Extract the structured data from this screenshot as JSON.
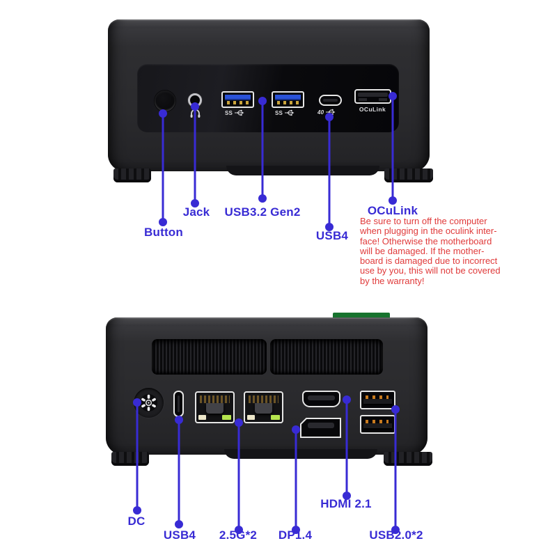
{
  "page": {
    "background": "#ffffff"
  },
  "colors": {
    "accent": "#382bd4",
    "warning_red": "#e03a3a",
    "usb3_blue": "#2a52d8",
    "usb2_pin_orange": "#c97b1e",
    "lan_led_green": "#b5e44e",
    "board_green": "#17732e"
  },
  "icons": {
    "jack": "headphone-icon",
    "usb_a_speed": "usb-trident-icon",
    "usb_c_speed": "usb-trident-icon",
    "dc": "dc-connector-icon"
  },
  "front_view": {
    "port_marks": {
      "usb_a_speed": "SS",
      "usb_c_speed": "40",
      "oculink": "OCuLink"
    },
    "labels": {
      "button": "Button",
      "jack": "Jack",
      "usb32": "USB3.2 Gen2",
      "usb4": "USB4",
      "oculink": "OCuLink"
    },
    "warning_lines": [
      "Be sure to turn off the computer",
      "when plugging in the oculink inter-",
      "face! Otherwise the motherboard",
      "will be damaged. If the mother-",
      "board is damaged due to incorrect",
      "use by you, this will not be covered",
      "by the warranty!"
    ]
  },
  "rear_view": {
    "labels": {
      "dc": "DC",
      "usb4": "USB4",
      "lan": "2.5G*2",
      "dp": "DP1.4",
      "hdmi": "HDMI 2.1",
      "usb2": "USB2.0*2"
    }
  }
}
